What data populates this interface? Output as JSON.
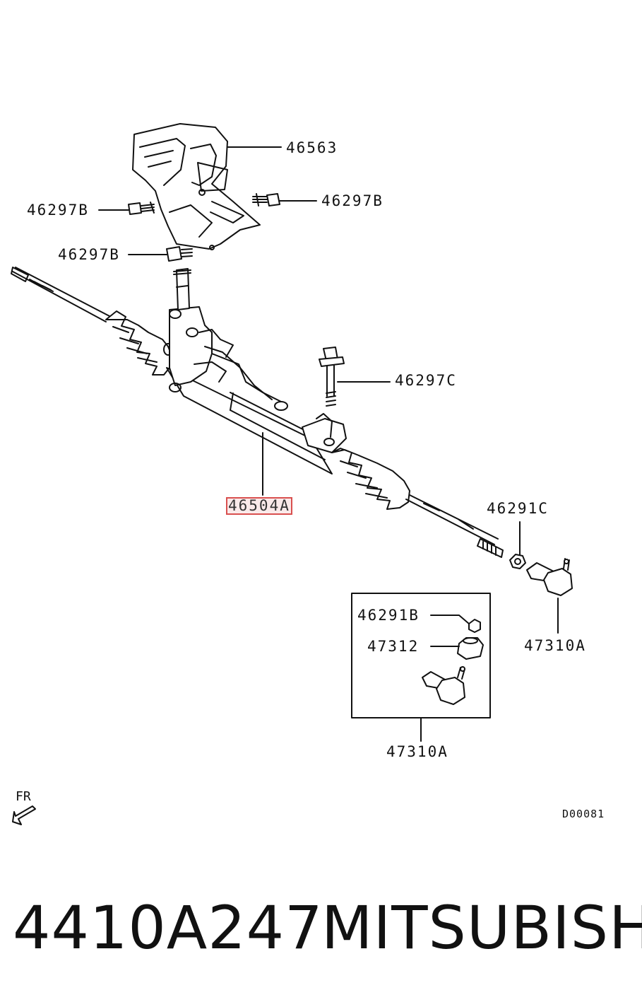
{
  "callouts": {
    "heat_shield": "46563",
    "bolt_left": "46297B",
    "bolt_right": "46297B",
    "bolt_lower": "46297B",
    "mount_bolt": "46297C",
    "rack_assembly": "46504A",
    "nut_right": "46291C",
    "tie_rod_end_right": "47310A",
    "kit_nut": "46291B",
    "kit_boot": "47312",
    "kit_assembly": "47310A"
  },
  "orientation_label": "FR",
  "diagram_code": "D00081",
  "footer": {
    "part_number": "4410A247",
    "brand": "MITSUBISHI"
  },
  "colors": {
    "line": "#111111",
    "highlight": "#d9504f"
  }
}
